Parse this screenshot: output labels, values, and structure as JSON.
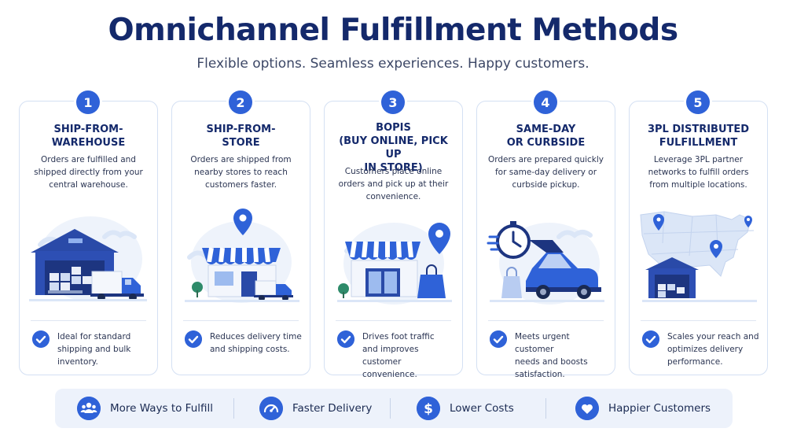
{
  "header": {
    "title": "Omnichannel Fulfillment Methods",
    "subtitle": "Flexible options. Seamless experiences. Happy customers."
  },
  "methods": [
    {
      "number": "1",
      "title": "SHIP-FROM-\nWAREHOUSE",
      "description": "Orders are fulfilled and\nshipped directly from your\ncentral warehouse.",
      "benefit": "Ideal for standard\nshipping and bulk\ninventory.",
      "illustration": "warehouse-truck-icon"
    },
    {
      "number": "2",
      "title": "SHIP-FROM-\nSTORE",
      "description": "Orders are shipped from\nnearby stores to reach\ncustomers faster.",
      "benefit": "Reduces delivery time\nand shipping costs.",
      "illustration": "store-location-truck-icon"
    },
    {
      "number": "3",
      "title": "BOPIS\n(BUY ONLINE, PICK UP\nIN STORE)",
      "description": "Customers place online\norders and pick up at their\nconvenience.",
      "benefit": "Drives foot traffic\nand improves customer\nconvenience.",
      "illustration": "store-shopping-bag-icon"
    },
    {
      "number": "4",
      "title": "SAME-DAY\nOR CURBSIDE",
      "description": "Orders are prepared quickly\nfor same-day delivery or\ncurbside pickup.",
      "benefit": "Meets urgent customer\nneeds and boosts\nsatisfaction.",
      "illustration": "clock-car-icon"
    },
    {
      "number": "5",
      "title": "3PL DISTRIBUTED\nFULFILLMENT",
      "description": "Leverage 3PL partner\nnetworks to fulfill orders\nfrom multiple locations.",
      "benefit": "Scales your reach and\noptimizes delivery\nperformance.",
      "illustration": "us-map-warehouse-icon"
    }
  ],
  "footer": [
    {
      "label": "More Ways to Fulfill",
      "icon": "people-icon"
    },
    {
      "label": "Faster Delivery",
      "icon": "speedometer-icon"
    },
    {
      "label": "Lower Costs",
      "icon": "dollar-icon"
    },
    {
      "label": "Happier Customers",
      "icon": "heart-icon"
    }
  ],
  "colors": {
    "primary": "#2f62d8",
    "dark_navy": "#14296b",
    "light_blue": "#dbe6f7",
    "card_border": "#d4e0f3"
  }
}
